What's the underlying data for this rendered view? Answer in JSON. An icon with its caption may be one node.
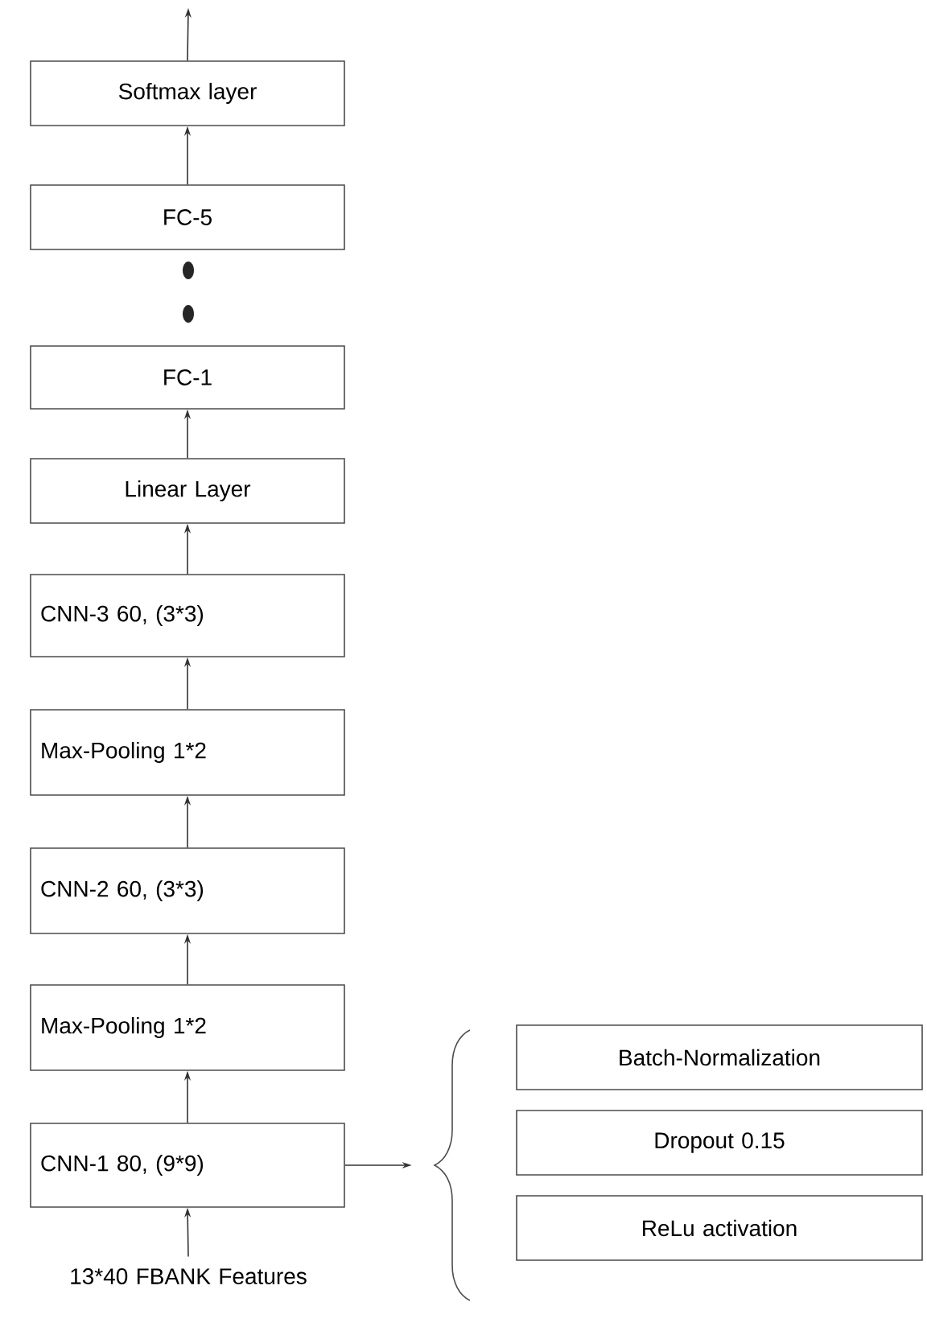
{
  "diagram": {
    "nodes": [
      {
        "text": [
          "Softmax layer"
        ]
      },
      {
        "text": [
          "FC-5"
        ]
      },
      {
        "text": [
          "FC-1"
        ]
      },
      {
        "text": [
          "Linear Layer"
        ]
      },
      {
        "text": [
          "CNN-3  60, (3*3)"
        ]
      },
      {
        "text": [
          "Max-Pooling 1*2"
        ]
      },
      {
        "text": [
          "CNN-2  60, (3*3)"
        ]
      },
      {
        "text": [
          "Max-Pooling 1*2"
        ]
      },
      {
        "text": [
          "CNN-1  80, (9*9)"
        ]
      },
      {
        "text": [
          "Batch-Normalization"
        ]
      },
      {
        "text": [
          "Dropout    0.15"
        ]
      },
      {
        "text": [
          "ReLu activation"
        ]
      },
      {
        "text": [
          "13*40 FBANK Features"
        ]
      },
      {
        "text": [],
        "shape": "brace"
      }
    ],
    "edges": [
      {
        "from": 0,
        "to": null,
        "arrow": "to"
      },
      {
        "from": 1,
        "to": 0,
        "arrow": "to"
      },
      {
        "from": 3,
        "to": 2,
        "arrow": "to"
      },
      {
        "from": 4,
        "to": 3,
        "arrow": "to"
      },
      {
        "from": 5,
        "to": 4,
        "arrow": "to"
      },
      {
        "from": 6,
        "to": 5,
        "arrow": "to"
      },
      {
        "from": 7,
        "to": 6,
        "arrow": "to"
      },
      {
        "from": 8,
        "to": 7,
        "arrow": "to"
      },
      {
        "from": 12,
        "to": 8,
        "arrow": "to"
      },
      {
        "from": 8,
        "to": 13,
        "arrow": "to"
      }
    ]
  }
}
